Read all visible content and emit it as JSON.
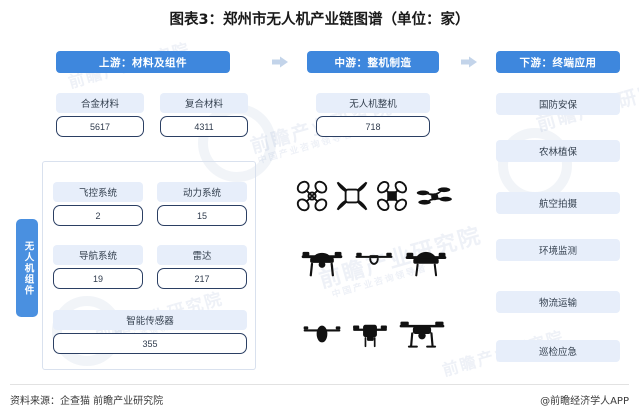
{
  "title": "图表3：郑州市无人机产业链图谱（单位：家）",
  "chain": {
    "upstream_header": "上游：材料及组件",
    "midstream_header": "中游：整机制造",
    "downstream_header": "下游：终端应用",
    "arrow_icon": "arrow-right-icon"
  },
  "upstream": {
    "materials": [
      {
        "label": "合金材料",
        "value": "5617"
      },
      {
        "label": "复合材料",
        "value": "4311"
      }
    ],
    "group_label": "无人机组件",
    "components": [
      {
        "label": "飞控系统",
        "value": "2"
      },
      {
        "label": "动力系统",
        "value": "15"
      },
      {
        "label": "导航系统",
        "value": "19"
      },
      {
        "label": "雷达",
        "value": "217"
      },
      {
        "label": "智能传感器",
        "value": "355"
      }
    ]
  },
  "midstream": {
    "items": [
      {
        "label": "无人机整机",
        "value": "718"
      }
    ],
    "illustration": "drone-icons-grid"
  },
  "downstream": {
    "items": [
      {
        "label": "国防安保"
      },
      {
        "label": "农林植保"
      },
      {
        "label": "航空拍摄"
      },
      {
        "label": "环境监测"
      },
      {
        "label": "物流运输"
      },
      {
        "label": "巡检应急"
      }
    ]
  },
  "footer": {
    "source": "资料来源：企查猫 前瞻产业研究院",
    "credit": "@前瞻经济学人APP"
  },
  "watermarks": [
    "前瞻产业研究院",
    "中国产业咨询领导者",
    "前瞻产业研究院",
    "前瞻产业研究院"
  ],
  "colors": {
    "header_blue": "#3e87dd",
    "tab_blue": "#4a90e0",
    "label_bg": "#e7eefa",
    "value_border": "#2b3f63",
    "arrow": "#c3d4ea"
  }
}
